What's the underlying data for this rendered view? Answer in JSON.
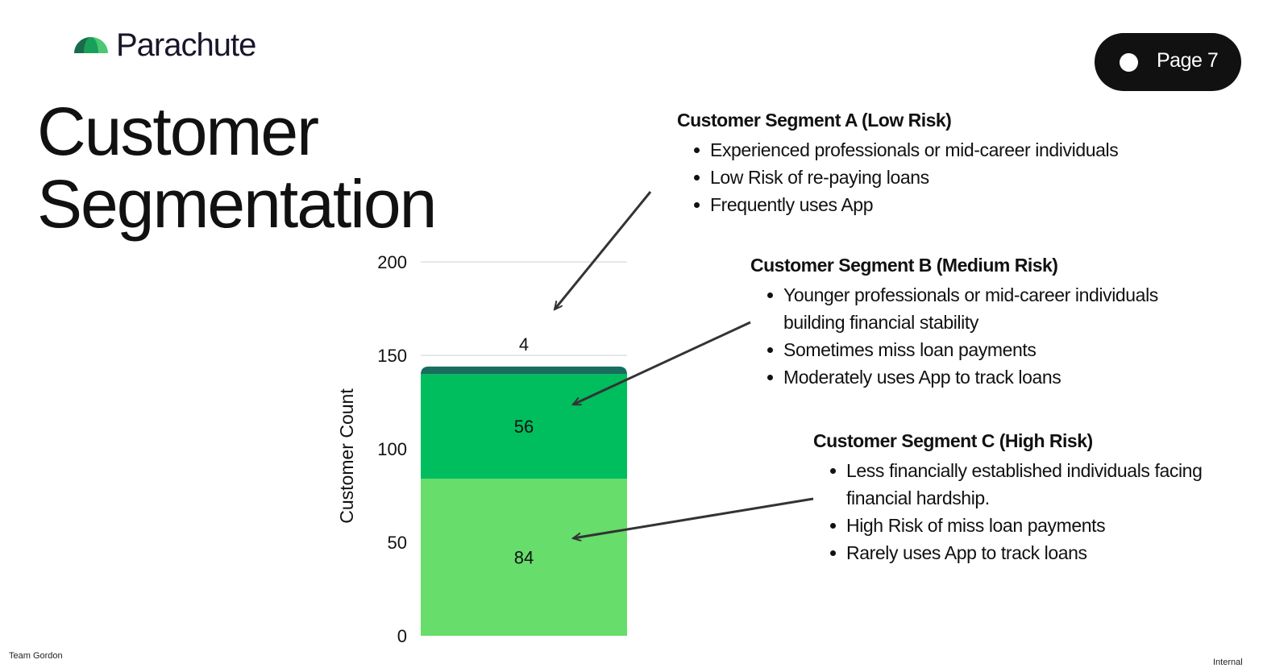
{
  "brand": {
    "name": "Parachute",
    "logo_icon": "parachute-canopy-icon",
    "colors": {
      "dark_green": "#1a6b4a",
      "mid_green": "#18a05a",
      "light_green": "#4cc872"
    }
  },
  "page_badge": {
    "label": "Page 7"
  },
  "title": {
    "line1": "Customer",
    "line2": "Segmentation"
  },
  "segments": [
    {
      "heading": "Customer Segment A (Low Risk)",
      "bullets": [
        "Experienced professionals or mid-career individuals",
        "Low Risk of re-paying loans",
        "Frequently uses App"
      ]
    },
    {
      "heading": "Customer Segment B (Medium Risk)",
      "bullets": [
        "Younger professionals or mid-career individuals building financial stability",
        "Sometimes miss loan payments",
        "Moderately uses App to track loans"
      ]
    },
    {
      "heading": "Customer Segment C (High Risk)",
      "bullets": [
        "Less financially established individuals facing financial hardship.",
        "High Risk of miss loan payments",
        "Rarely uses App to track loans"
      ]
    }
  ],
  "chart_data": {
    "type": "bar",
    "stacked": true,
    "categories": [
      ""
    ],
    "series": [
      {
        "values": [
          84
        ],
        "color": "#67dd6b"
      },
      {
        "values": [
          56
        ],
        "color": "#00bd5e"
      },
      {
        "values": [
          4
        ],
        "color": "#176e5e"
      }
    ],
    "ylabel": "Customer Count",
    "ylim": [
      0,
      200
    ],
    "yticks": [
      0,
      50,
      100,
      150,
      200
    ],
    "ytick_labels": [
      "0",
      "50",
      "100",
      "150",
      "200"
    ],
    "data_labels": [
      "84",
      "56",
      "4"
    ],
    "grid": true
  },
  "footer": {
    "left": "Team Gordon",
    "right": "Internal"
  }
}
